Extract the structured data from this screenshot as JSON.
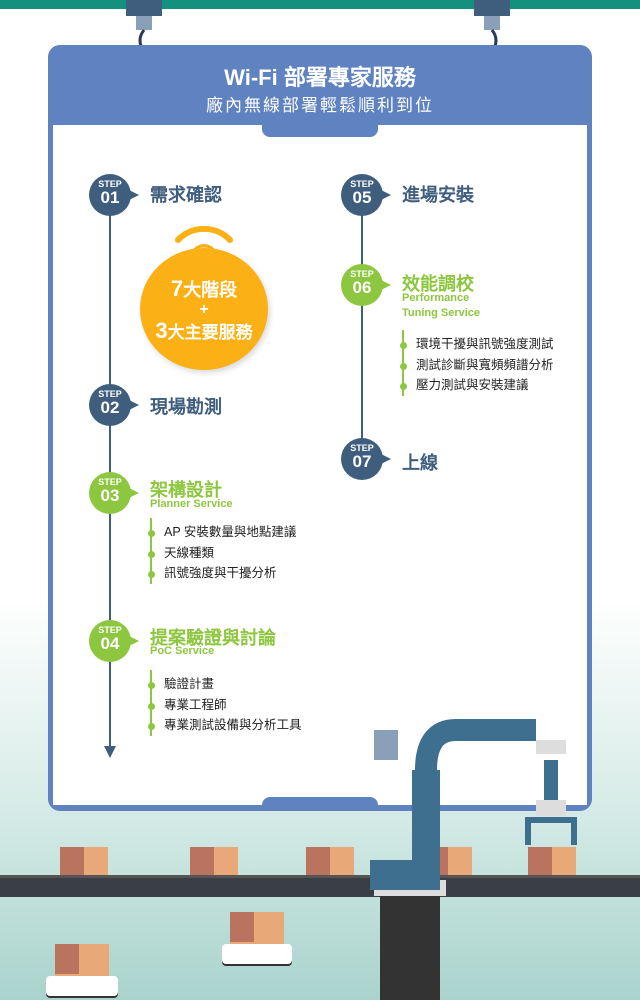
{
  "header": {
    "title": "Wi-Fi 部署專家服務",
    "subtitle": "廠內無線部署輕鬆順利到位"
  },
  "badge": {
    "line1_num": "7",
    "line1_text": "大階段",
    "plus": "+",
    "line2_num": "3",
    "line2_text": "大主要服務"
  },
  "steps": [
    {
      "step": "STEP",
      "num": "01",
      "title": "需求確認"
    },
    {
      "step": "STEP",
      "num": "02",
      "title": "現場勘測"
    },
    {
      "step": "STEP",
      "num": "03",
      "title": "架構設計",
      "subtitle": "Planner Service",
      "items": [
        "AP 安裝數量與地點建議",
        "天線種類",
        "訊號強度與干擾分析"
      ]
    },
    {
      "step": "STEP",
      "num": "04",
      "title": "提案驗證與討論",
      "subtitle": "PoC Service",
      "items": [
        "驗證計畫",
        "專業工程師",
        "專業測試設備與分析工具"
      ]
    },
    {
      "step": "STEP",
      "num": "05",
      "title": "進場安裝"
    },
    {
      "step": "STEP",
      "num": "06",
      "title": "效能調校",
      "subtitle1": "Performance",
      "subtitle2": "Tuning Service",
      "items": [
        "環境干擾與訊號強度測試",
        "測試診斷與寬頻頻譜分析",
        "壓力測試與安裝建議"
      ]
    },
    {
      "step": "STEP",
      "num": "07",
      "title": "上線"
    }
  ],
  "colors": {
    "dark": "#3f5e7e",
    "green": "#8dc63f",
    "orange": "#fbb016",
    "board": "#5f82c1"
  }
}
